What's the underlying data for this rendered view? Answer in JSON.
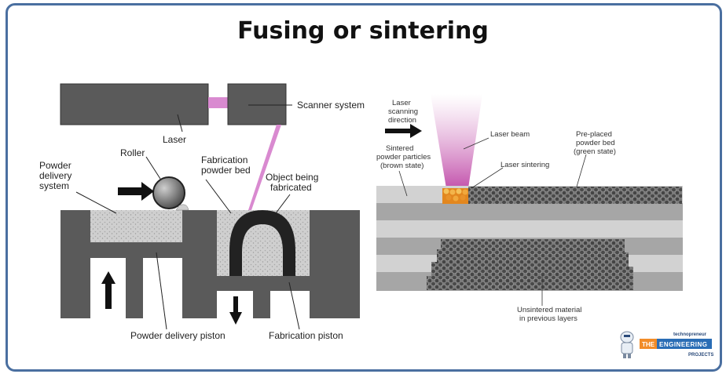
{
  "title": "Fusing or sintering",
  "left": {
    "laser": "Laser",
    "scanner_system": "Scanner system",
    "roller": "Roller",
    "powder_delivery_system_1": "Powder",
    "powder_delivery_system_2": "delivery",
    "powder_delivery_system_3": "system",
    "fabrication_powder_bed_1": "Fabrication",
    "fabrication_powder_bed_2": "powder bed",
    "object_being_fabricated_1": "Object being",
    "object_being_fabricated_2": "fabricated",
    "powder_delivery_piston": "Powder delivery piston",
    "fabrication_piston": "Fabrication piston"
  },
  "right": {
    "laser_scanning_direction_1": "Laser",
    "laser_scanning_direction_2": "scanning",
    "laser_scanning_direction_3": "direction",
    "laser_beam": "Laser beam",
    "pre_placed_1": "Pre-placed",
    "pre_placed_2": "powder bed",
    "pre_placed_3": "(green state)",
    "sintered_1": "Sintered",
    "sintered_2": "powder particles",
    "sintered_3": "(brown state)",
    "laser_sintering": "Laser sintering",
    "unsintered_1": "Unsintered material",
    "unsintered_2": "in previous layers"
  },
  "logo": {
    "tagline": "technopreneur",
    "brand_1": "THE",
    "brand_2": "ENGINEERING",
    "brand_3": "PROJECTS"
  }
}
